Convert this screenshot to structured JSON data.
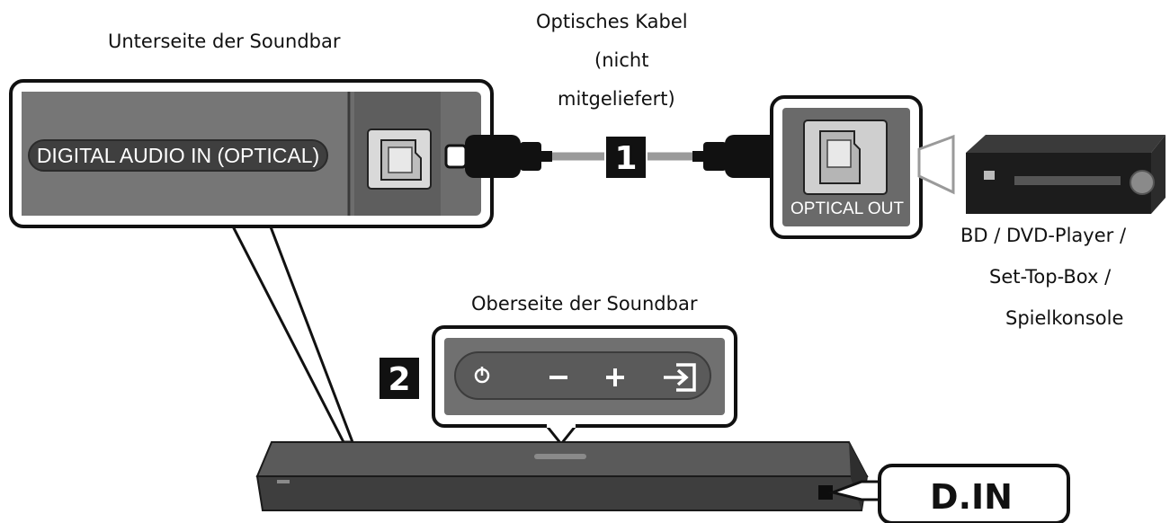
{
  "labels": {
    "bottom_side": "Unterseite der Soundbar",
    "cable_line1": "Optisches Kabel",
    "cable_line2": "(nicht",
    "cable_line3": "mitgeliefert)",
    "top_side": "Oberseite der Soundbar",
    "device_line1": "BD / DVD-Player /",
    "device_line2": "Set-Top-Box /",
    "device_line3": "Spielkonsole"
  },
  "ports": {
    "digital_in": "DIGITAL AUDIO IN (OPTICAL)",
    "optical_out": "OPTICAL OUT"
  },
  "steps": {
    "step1": "1",
    "step2": "2"
  },
  "controls": {
    "power": "⏻",
    "minus": "−",
    "plus": "+"
  },
  "display": {
    "mode": "D.IN"
  },
  "colors": {
    "panel_dark": "#6b6b6b",
    "panel_border": "#111111",
    "badge_bg": "#111111",
    "cable_gray": "#9a9a9a"
  },
  "icons": [
    "power-icon",
    "minus-icon",
    "plus-icon",
    "source-input-icon",
    "optical-port-icon",
    "optical-plug-icon",
    "player-icon"
  ]
}
